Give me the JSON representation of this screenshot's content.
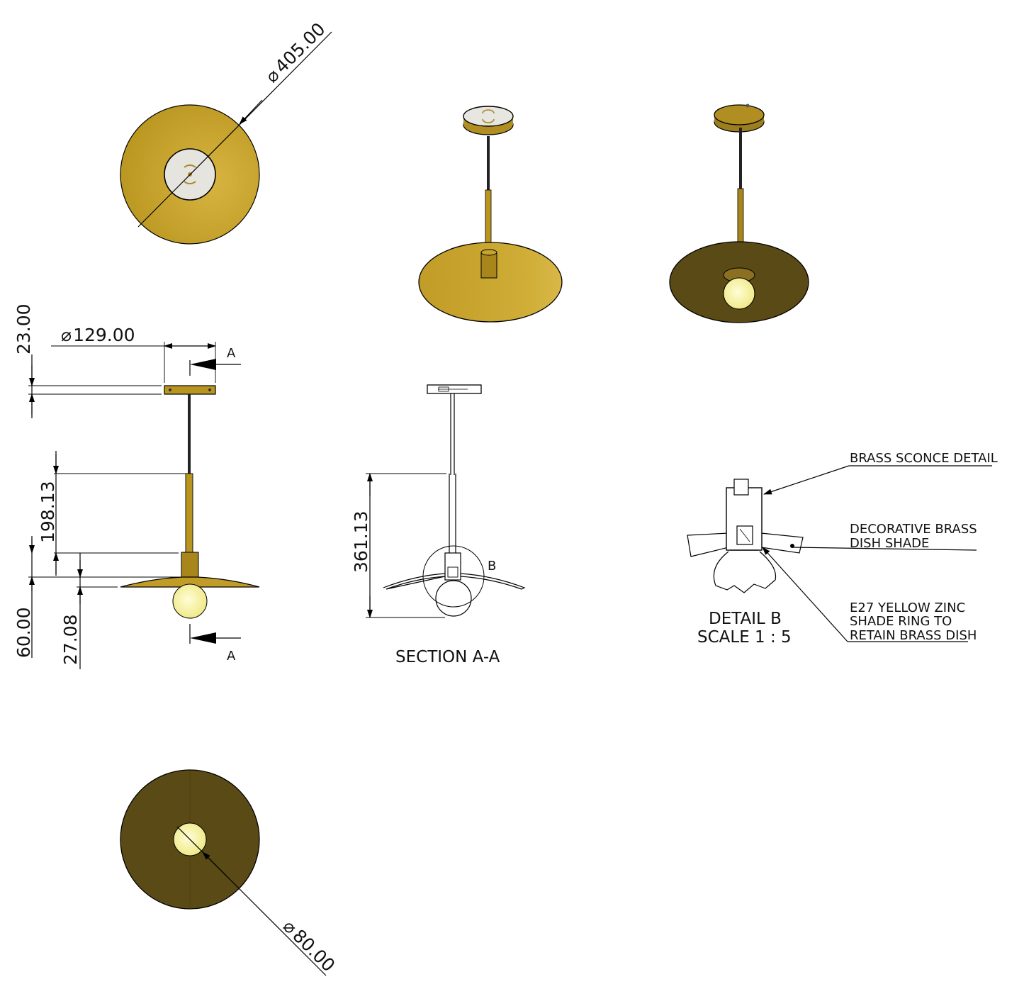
{
  "colors": {
    "brass": "#c9a532",
    "brass_dark": "#8a7020",
    "underside": "#5a4a16",
    "bulb": "#f3ef9e",
    "canopy_face": "#e8e6e0",
    "line": "#000000"
  },
  "dimensions": {
    "shade_diameter": "405.00",
    "canopy_diameter": "129.00",
    "canopy_height": "23.00",
    "rod_length": "198.13",
    "drop_60": "60.00",
    "drop_27": "27.08",
    "overall_section": "361.13",
    "bulb_diameter": "80.00",
    "diameter_symbol": "⌀"
  },
  "section": {
    "marker": "A",
    "caption": "SECTION A-A"
  },
  "detail": {
    "marker": "B",
    "title": "DETAIL B",
    "scale": "SCALE 1 : 5"
  },
  "callouts": {
    "sconce": "BRASS SCONCE DETAIL",
    "shade_line1": "DECORATIVE BRASS",
    "shade_line2": "DISH SHADE",
    "ring_line1": "E27 YELLOW ZINC",
    "ring_line2": "SHADE RING TO",
    "ring_line3": "RETAIN BRASS DISH"
  }
}
